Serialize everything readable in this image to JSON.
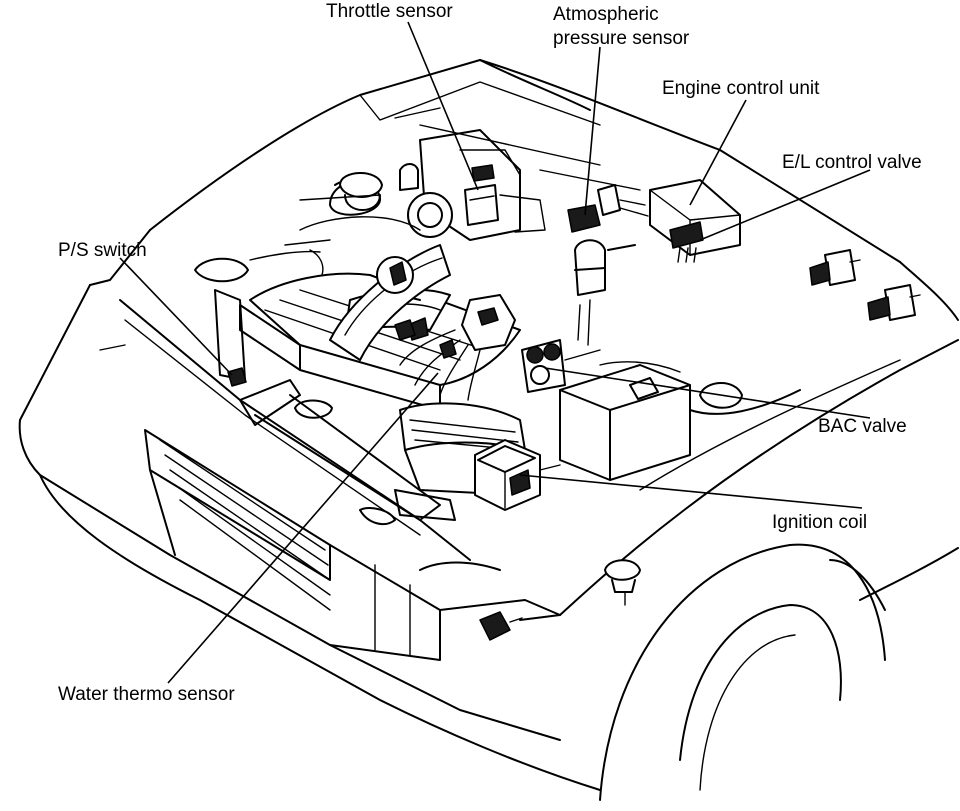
{
  "labels": {
    "throttle_sensor": "Throttle sensor",
    "atmospheric_pressure_sensor_line1": "Atmospheric",
    "atmospheric_pressure_sensor_line2": "pressure sensor",
    "engine_control_unit": "Engine control unit",
    "el_control_valve": "E/L control valve",
    "ps_switch": "P/S switch",
    "bac_valve": "BAC valve",
    "ignition_coil": "Ignition coil",
    "water_thermo_sensor": "Water thermo sensor"
  }
}
